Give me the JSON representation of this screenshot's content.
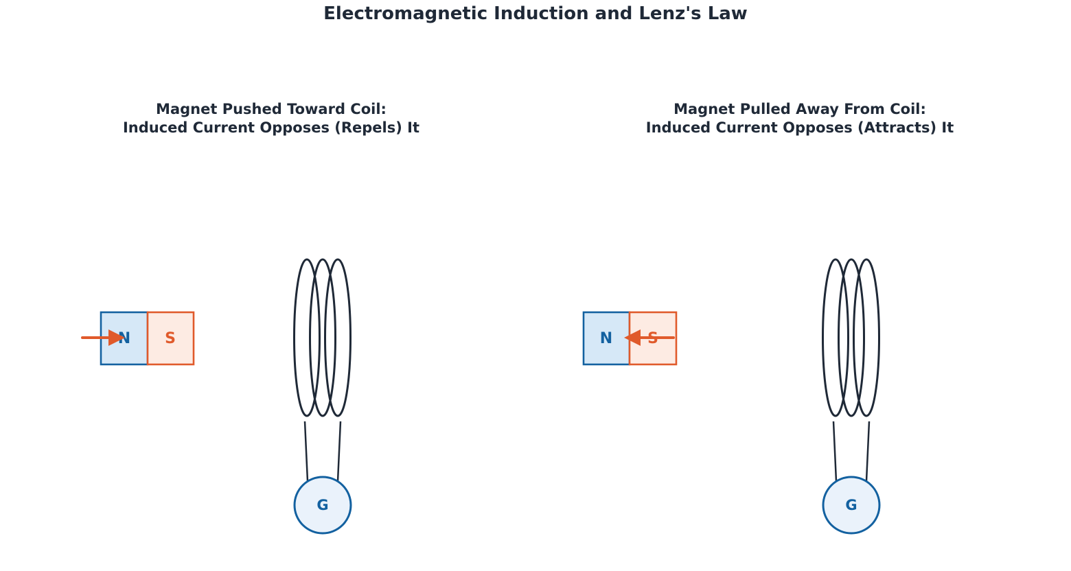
{
  "title": "Electromagnetic Induction and Lenz's Law",
  "colors": {
    "text": "#1f2937",
    "coil": "#1f2937",
    "north_stroke": "#1361a0",
    "north_fill": "#d6e8f7",
    "south_stroke": "#e05a2b",
    "south_fill": "#fdebe3",
    "galvanometer_stroke": "#1361a0",
    "galvanometer_fill": "#eaf2fb",
    "arrow": "#e05a2b"
  },
  "panels": [
    {
      "title_line1": "Magnet Pushed Toward Coil:",
      "title_line2": "Induced Current Opposes (Repels) It",
      "north_label": "N",
      "south_label": "S",
      "galvanometer_label": "G",
      "motion": "toward coil",
      "arrow_icon": "arrow-right-icon"
    },
    {
      "title_line1": "Magnet Pulled Away From Coil:",
      "title_line2": "Induced Current Opposes (Attracts) It",
      "north_label": "N",
      "south_label": "S",
      "galvanometer_label": "G",
      "motion": "away from coil",
      "arrow_icon": "arrow-left-icon"
    }
  ]
}
